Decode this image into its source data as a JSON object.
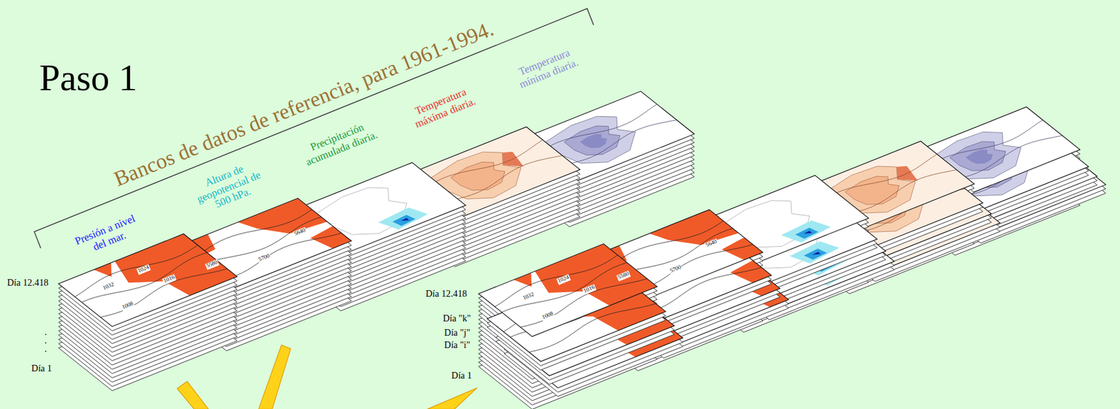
{
  "diagram": {
    "title": "Paso 1",
    "labels": [
      "Bancos de datos de referencia, para 1961-1994.",
      "Presión a nivel del mar.",
      "Altura de geopotencial de 500 hPa.",
      "Precipitación acumulada diaria.",
      "Temperatura máxima diaria.",
      "Temperatura mínima diaria.",
      "Día 12.418",
      ".",
      ".",
      ".",
      "Día 1",
      "Día 12.418",
      "Día \"k\"",
      "Día \"j\"",
      "Día \"i\"",
      "Día 1",
      "1032",
      "1024",
      "1016",
      "1008",
      "5580",
      "5700",
      "5640",
      "1032",
      "1024",
      "1016",
      "1008",
      "5580",
      "5700",
      "5640"
    ]
  }
}
